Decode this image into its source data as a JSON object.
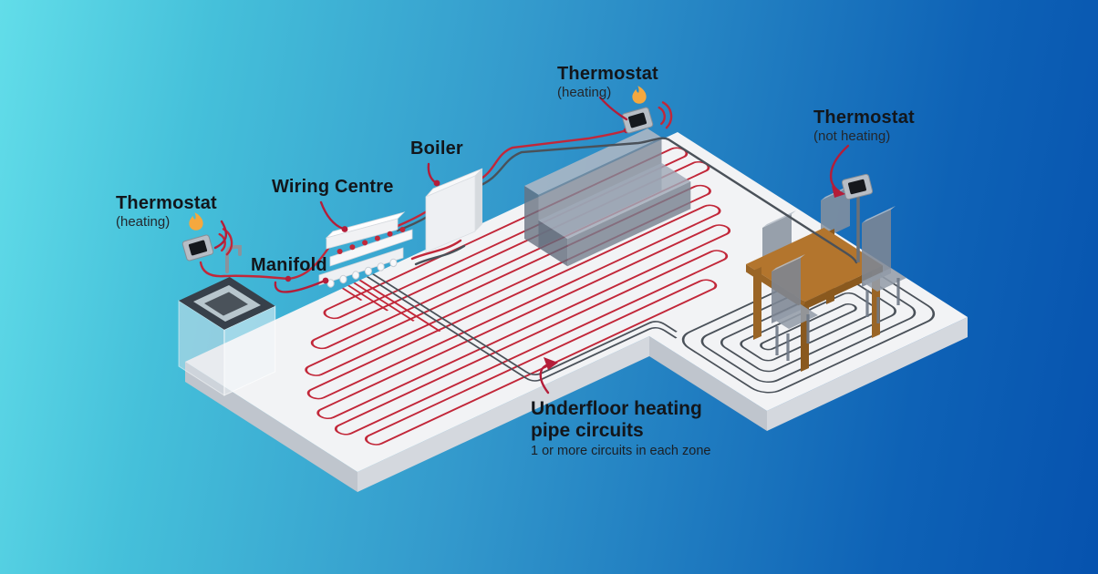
{
  "labels": {
    "thermostat_left": {
      "title": "Thermostat",
      "subtitle": "(heating)"
    },
    "thermostat_top": {
      "title": "Thermostat",
      "subtitle": "(heating)"
    },
    "thermostat_right": {
      "title": "Thermostat",
      "subtitle": "(not heating)"
    },
    "wiring_centre": {
      "title": "Wiring Centre"
    },
    "boiler": {
      "title": "Boiler"
    },
    "manifold": {
      "title": "Manifold"
    },
    "underfloor": {
      "title_line1": "Underfloor heating",
      "title_line2": "pipe circuits",
      "subtitle": "1 or more circuits in each zone"
    }
  },
  "icons": {
    "flame": "flame-icon",
    "wifi": "wifi-signal-icon"
  },
  "colors": {
    "background_left": "#62dde9",
    "background_mid": "#3399cc",
    "background_right": "#0652ae",
    "heating_pipe_red": "#c22739",
    "idle_pipe_gray": "#4a5159",
    "leader_red": "#b41d39",
    "flame_orange": "#f5a83e",
    "floor_top": "#f2f3f5",
    "floor_side_sw": "#bfc5cd",
    "floor_side_se": "#d4d8de",
    "table_wood": "#b3752d",
    "label_text": "#13161b"
  }
}
